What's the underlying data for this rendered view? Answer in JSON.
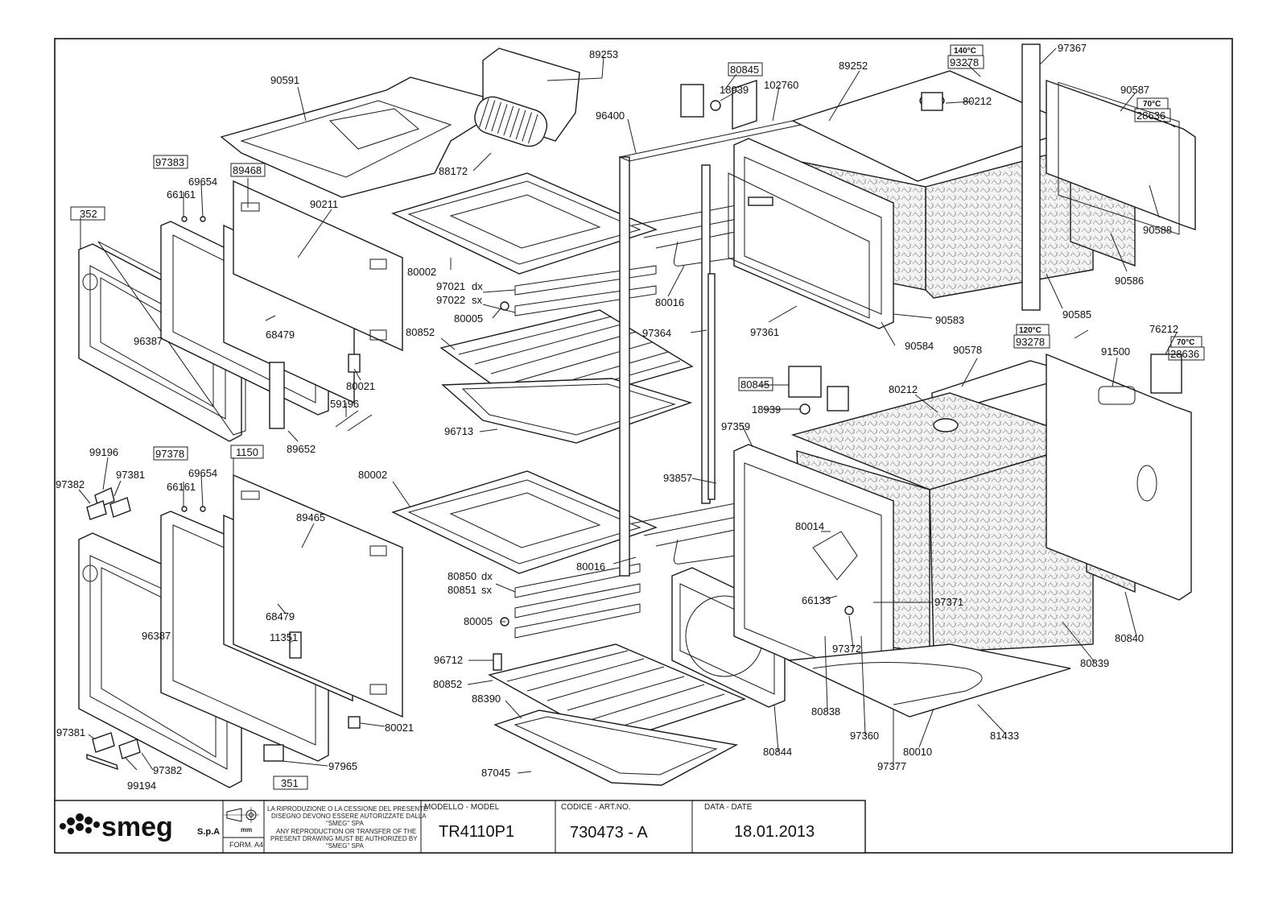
{
  "labels": {
    "p90591": "90591",
    "p89253": "89253",
    "p88172": "88172",
    "p97383": "97383",
    "p69654a": "69654",
    "p66161a": "66161",
    "p89468": "89468",
    "p90211": "90211",
    "p352": "352",
    "p96387a": "96387",
    "p68479a": "68479",
    "p80021a": "80021",
    "p59196": "59196",
    "p89652": "89652",
    "p99196": "99196",
    "p97381a": "97381",
    "p97382a": "97382",
    "p97378": "97378",
    "p69654b": "69654",
    "p66161b": "66161",
    "p1150": "1150",
    "p89465": "89465",
    "p96387b": "96387",
    "p68479b": "68479",
    "p11351": "11351",
    "p80021b": "80021",
    "p97965": "97965",
    "p351": "351",
    "p97381b": "97381",
    "p97382b": "97382",
    "p99194": "99194",
    "p96400": "96400",
    "p80002a": "80002",
    "p97021": "97021",
    "p97021s": "dx",
    "p97022": "97022",
    "p97022s": "sx",
    "p80005a": "80005",
    "p80852a": "80852",
    "p96713": "96713",
    "p80002b": "80002",
    "p80016b": "80016",
    "p80850": "80850",
    "p80850s": "dx",
    "p80851": "80851",
    "p80851s": "sx",
    "p80005b": "80005",
    "p96712": "96712",
    "p80852b": "80852",
    "p88390": "88390",
    "p87045": "87045",
    "p80845a": "80845",
    "p18939a": "18939",
    "p102760": "102760",
    "p89252": "89252",
    "t140": "140°C",
    "p93278a": "93278",
    "p97367": "97367",
    "p80212a": "80212",
    "p90587": "90587",
    "t70a": "70°C",
    "p28636a": "28636",
    "p90588": "90588",
    "p90586": "90586",
    "p80016a": "80016",
    "p97364": "97364",
    "p97361": "97361",
    "p90583": "90583",
    "p90585": "90585",
    "p90584": "90584",
    "t120": "120°C",
    "p93278b": "93278",
    "p76212": "76212",
    "t70b": "70°C",
    "p28636b": "28636",
    "p90578": "90578",
    "p91500": "91500",
    "p80212b": "80212",
    "p80845b": "80845",
    "p18939b": "18939",
    "p97359": "97359",
    "p93857": "93857",
    "p80014": "80014",
    "p66133": "66133",
    "p97371": "97371",
    "p97372": "97372",
    "p80840": "80840",
    "p80839": "80839",
    "p80838": "80838",
    "p97360": "97360",
    "p80010": "80010",
    "p81433": "81433",
    "p80844": "80844",
    "p97377": "97377"
  },
  "title_block": {
    "logo": "smeg",
    "logo_suffix": "S.p.A",
    "projection_unit": "mm",
    "form": "FORM. A4",
    "notice_it_1": "LA RIPRODUZIONE O LA CESSIONE DEL PRESENTE",
    "notice_it_2": "DISEGNO DEVONO ESSERE AUTORIZZATE DALLA",
    "notice_it_3": "\"SMEG\" SPA",
    "notice_en_1": "ANY REPRODUCTION OR TRANSFER OF THE",
    "notice_en_2": "PRESENT DRAWING MUST BE AUTHORIZED BY",
    "notice_en_3": "\"SMEG\" SPA",
    "model_header": "MODELLO - MODEL",
    "model_value": "TR4110P1",
    "code_header": "CODICE - ART.NO.",
    "code_value": "730473 - A",
    "date_header": "DATA - DATE",
    "date_value": "18.01.2013"
  }
}
